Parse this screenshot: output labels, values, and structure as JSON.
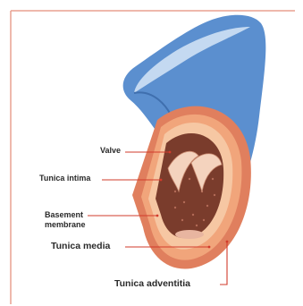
{
  "diagram": {
    "labels": {
      "valve": "Valve",
      "tunica_intima": "Tunica intima",
      "basement_membrane_line1": "Basement",
      "basement_membrane_line2": "membrane",
      "tunica_media": "Tunica media",
      "tunica_adventitia": "Tunica adventitia"
    },
    "colors": {
      "frame": "#e9a090",
      "leader_line": "#d23b2b",
      "vein_outer": "#5b8fcf",
      "vein_highlight": "#cfe1f4",
      "adventitia": "#e07f5e",
      "media": "#f1a57b",
      "intima": "#f6c7a3",
      "lumen": "#7a3c2c",
      "lumen_dots": "#b26a57",
      "valve": "#f4d3be"
    }
  }
}
